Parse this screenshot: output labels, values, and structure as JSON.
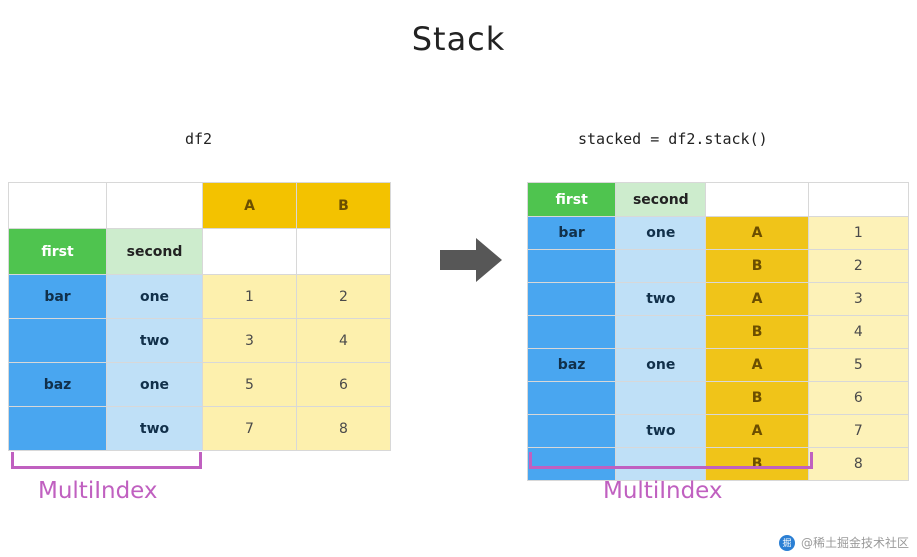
{
  "title": "Stack",
  "left": {
    "code_label": "df2",
    "multiindex_label": "MultiIndex",
    "col_headers": [
      "A",
      "B"
    ],
    "index_headers": [
      "first",
      "second"
    ],
    "rows": [
      {
        "first": "bar",
        "second": "one",
        "A": "1",
        "B": "2"
      },
      {
        "first": "",
        "second": "two",
        "A": "3",
        "B": "4"
      },
      {
        "first": "baz",
        "second": "one",
        "A": "5",
        "B": "6"
      },
      {
        "first": "",
        "second": "two",
        "A": "7",
        "B": "8"
      }
    ]
  },
  "right": {
    "code_label": "stacked = df2.stack()",
    "multiindex_label": "MultiIndex",
    "index_headers": [
      "first",
      "second"
    ],
    "rows": [
      {
        "first": "bar",
        "second": "one",
        "level3": "A",
        "value": "1"
      },
      {
        "first": "",
        "second": "",
        "level3": "B",
        "value": "2"
      },
      {
        "first": "",
        "second": "two",
        "level3": "A",
        "value": "3"
      },
      {
        "first": "",
        "second": "",
        "level3": "B",
        "value": "4"
      },
      {
        "first": "baz",
        "second": "one",
        "level3": "A",
        "value": "5"
      },
      {
        "first": "",
        "second": "",
        "level3": "B",
        "value": "6"
      },
      {
        "first": "",
        "second": "two",
        "level3": "A",
        "value": "7"
      },
      {
        "first": "",
        "second": "",
        "level3": "B",
        "value": "8"
      }
    ]
  },
  "watermark": {
    "badge": "掘",
    "text": "@稀土掘金技术社区"
  },
  "colors": {
    "green": "#4fc44f",
    "light_green": "#cdeccd",
    "gold": "#f3c200",
    "blue": "#49a6f0",
    "light_blue": "#bfe0f7",
    "cream": "#fdf0ad",
    "purple": "#c060c0",
    "arrow_gray": "#575757"
  }
}
